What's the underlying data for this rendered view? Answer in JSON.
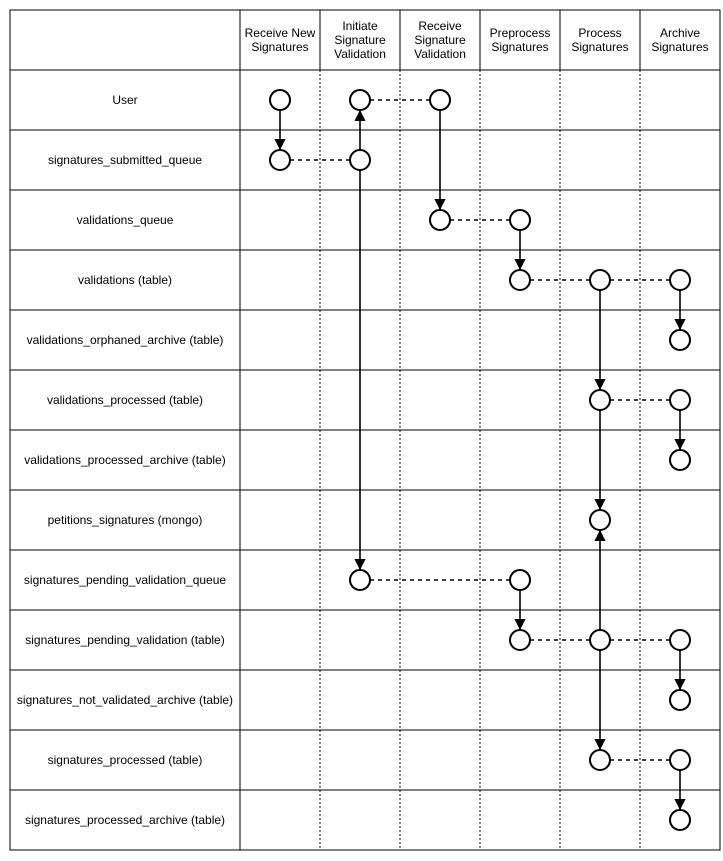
{
  "columns": [
    {
      "id": "receive-new",
      "label": "Receive New\nSignatures"
    },
    {
      "id": "initiate-validation",
      "label": "Initiate\nSignature\nValidation"
    },
    {
      "id": "receive-validation",
      "label": "Receive\nSignature\nValidation"
    },
    {
      "id": "preprocess",
      "label": "Preprocess\nSignatures"
    },
    {
      "id": "process",
      "label": "Process\nSignatures"
    },
    {
      "id": "archive",
      "label": "Archive\nSignatures"
    }
  ],
  "rows": [
    {
      "id": "user",
      "label": "User"
    },
    {
      "id": "signatures-submitted-queue",
      "label": "signatures_submitted_queue"
    },
    {
      "id": "validations-queue",
      "label": "validations_queue"
    },
    {
      "id": "validations-table",
      "label": "validations (table)"
    },
    {
      "id": "validations-orphaned-archive",
      "label": "validations_orphaned_archive (table)"
    },
    {
      "id": "validations-processed",
      "label": "validations_processed (table)"
    },
    {
      "id": "validations-processed-archive",
      "label": "validations_processed_archive (table)"
    },
    {
      "id": "petitions-signatures",
      "label": "petitions_signatures (mongo)"
    },
    {
      "id": "signatures-pending-validation-queue",
      "label": "signatures_pending_validation_queue"
    },
    {
      "id": "signatures-pending-validation",
      "label": "signatures_pending_validation (table)"
    },
    {
      "id": "signatures-not-validated-archive",
      "label": "signatures_not_validated_archive (table)"
    },
    {
      "id": "signatures-processed",
      "label": "signatures_processed (table)"
    },
    {
      "id": "signatures-processed-archive",
      "label": "signatures_processed_archive (table)"
    }
  ],
  "nodes": [
    {
      "id": "n1",
      "col": 0,
      "row": 0
    },
    {
      "id": "n2",
      "col": 0,
      "row": 1
    },
    {
      "id": "n3",
      "col": 1,
      "row": 0
    },
    {
      "id": "n4",
      "col": 1,
      "row": 1
    },
    {
      "id": "n5",
      "col": 1,
      "row": 8
    },
    {
      "id": "n6",
      "col": 2,
      "row": 0
    },
    {
      "id": "n7",
      "col": 2,
      "row": 2
    },
    {
      "id": "n8",
      "col": 3,
      "row": 2
    },
    {
      "id": "n9",
      "col": 3,
      "row": 3
    },
    {
      "id": "n10",
      "col": 3,
      "row": 8
    },
    {
      "id": "n11",
      "col": 3,
      "row": 9
    },
    {
      "id": "n12",
      "col": 4,
      "row": 3
    },
    {
      "id": "n13",
      "col": 4,
      "row": 5
    },
    {
      "id": "n14",
      "col": 4,
      "row": 7
    },
    {
      "id": "n15",
      "col": 4,
      "row": 9
    },
    {
      "id": "n16",
      "col": 4,
      "row": 11
    },
    {
      "id": "n17",
      "col": 5,
      "row": 3
    },
    {
      "id": "n18",
      "col": 5,
      "row": 4
    },
    {
      "id": "n19",
      "col": 5,
      "row": 5
    },
    {
      "id": "n20",
      "col": 5,
      "row": 6
    },
    {
      "id": "n21",
      "col": 5,
      "row": 9
    },
    {
      "id": "n22",
      "col": 5,
      "row": 10
    },
    {
      "id": "n23",
      "col": 5,
      "row": 11
    },
    {
      "id": "n24",
      "col": 5,
      "row": 12
    }
  ],
  "arrows": [
    {
      "from": "n1",
      "to": "n2"
    },
    {
      "from": "n4",
      "to": "n3"
    },
    {
      "from": "n4",
      "to": "n5"
    },
    {
      "from": "n6",
      "to": "n7"
    },
    {
      "from": "n8",
      "to": "n9"
    },
    {
      "from": "n10",
      "to": "n11"
    },
    {
      "from": "n12",
      "to": "n13"
    },
    {
      "from": "n13",
      "to": "n14"
    },
    {
      "from": "n15",
      "to": "n14"
    },
    {
      "from": "n15",
      "to": "n16"
    },
    {
      "from": "n17",
      "to": "n18"
    },
    {
      "from": "n19",
      "to": "n20"
    },
    {
      "from": "n21",
      "to": "n22"
    },
    {
      "from": "n23",
      "to": "n24"
    }
  ],
  "dashed_links": [
    {
      "from": "n2",
      "to": "n4"
    },
    {
      "from": "n3",
      "to": "n6"
    },
    {
      "from": "n7",
      "to": "n8"
    },
    {
      "from": "n9",
      "to": "n12"
    },
    {
      "from": "n12",
      "to": "n17"
    },
    {
      "from": "n13",
      "to": "n19"
    },
    {
      "from": "n5",
      "to": "n10"
    },
    {
      "from": "n11",
      "to": "n15"
    },
    {
      "from": "n15",
      "to": "n21"
    },
    {
      "from": "n16",
      "to": "n23"
    }
  ]
}
